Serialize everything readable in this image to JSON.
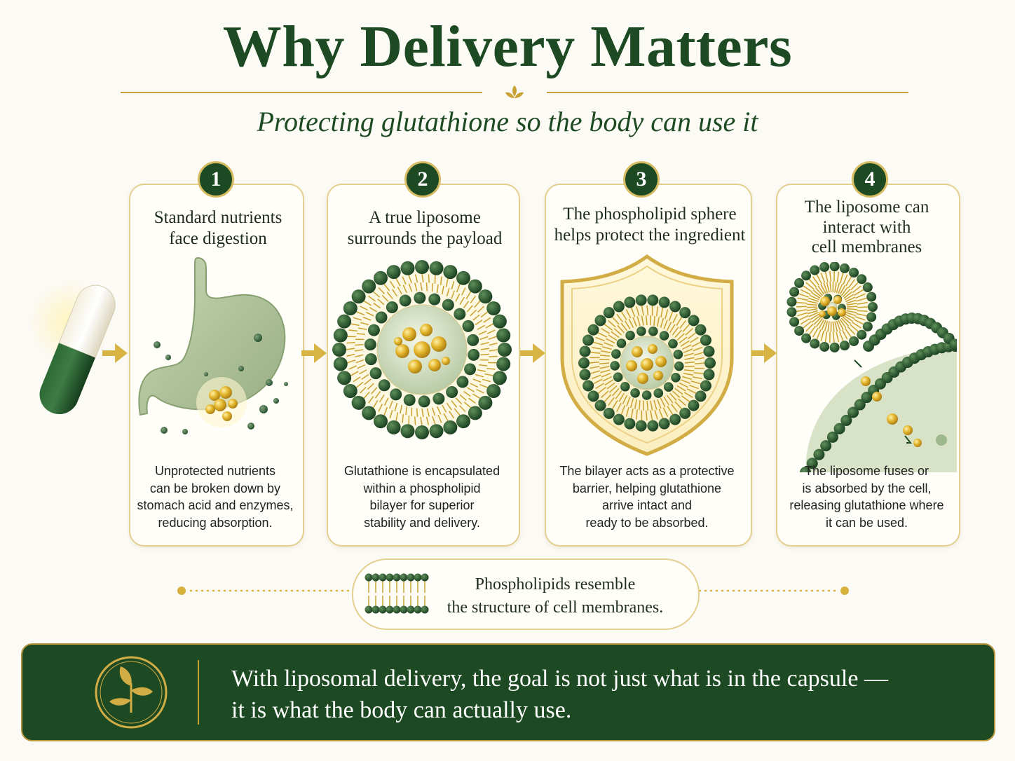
{
  "title": "Why Delivery Matters",
  "subtitle": "Protecting glutathione so the body can use it",
  "steps": [
    {
      "number": "1",
      "title_lines": [
        "Standard nutrients",
        "face digestion"
      ],
      "desc_lines": [
        "Unprotected nutrients",
        "can be broken down by",
        "stomach acid and enzymes,",
        "reducing absorption."
      ]
    },
    {
      "number": "2",
      "title_lines": [
        "A true liposome",
        "surrounds the payload"
      ],
      "desc_lines": [
        "Glutathione is encapsulated",
        "within a phospholipid",
        "bilayer for superior",
        "stability and delivery."
      ]
    },
    {
      "number": "3",
      "title_lines": [
        "The phospholipid sphere",
        "helps protect the ingredient"
      ],
      "desc_lines": [
        "The bilayer acts as a protective",
        "barrier, helping glutathione",
        "arrive intact and",
        "ready to be absorbed."
      ]
    },
    {
      "number": "4",
      "title_lines": [
        "The liposome can",
        "interact with",
        "cell membranes"
      ],
      "desc_lines": [
        "The liposome fuses or",
        "is absorbed by the cell,",
        "releasing glutathione where",
        "it can be used."
      ]
    }
  ],
  "note": {
    "lines": [
      "Phospholipids resemble",
      "the structure of cell membranes."
    ]
  },
  "banner": {
    "lines": [
      "With liposomal delivery, the goal is not just what is in the capsule —",
      "it is what the body can actually use."
    ]
  },
  "colors": {
    "dark_green": "#1d4a23",
    "gold": "#c9a236",
    "card_border": "#e3cf90",
    "background": "#fbfaf4"
  },
  "icons": [
    "capsule-icon",
    "stomach-icon",
    "liposome-icon",
    "shield-icon",
    "cell-fusion-icon",
    "arrow-right-icon",
    "leaf-icon"
  ]
}
